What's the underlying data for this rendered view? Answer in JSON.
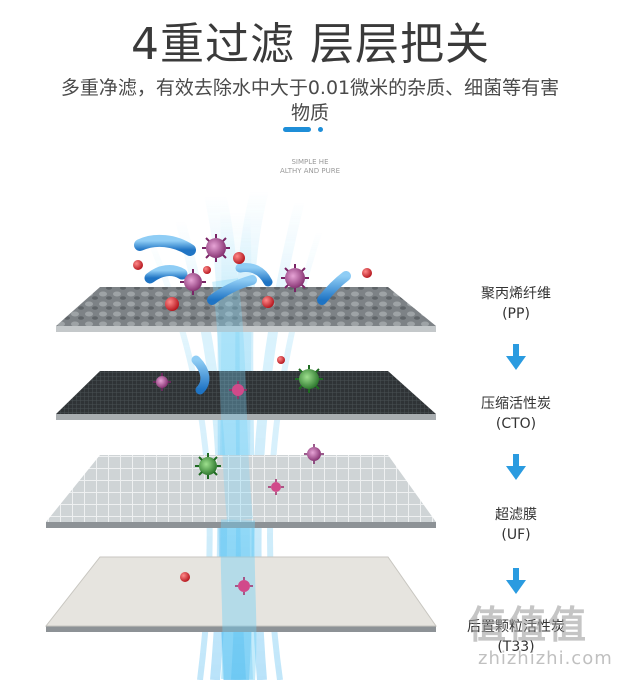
{
  "header": {
    "title": "4重过滤 层层把关",
    "subtitle": "多重净滤，有效去除水中大于0.01微米的杂质、细菌等有害物质",
    "tagline_line1": "SIMPLE HE",
    "tagline_line2": "ALTHY AND PURE"
  },
  "layers": [
    {
      "name": "聚丙烯纤维",
      "abbr": "(PP)"
    },
    {
      "name": "压缩活性炭",
      "abbr": "(CTO)"
    },
    {
      "name": "超滤膜",
      "abbr": "(UF)"
    },
    {
      "name": "后置颗粒活性炭",
      "abbr": "(T33)"
    }
  ],
  "watermark": {
    "logo": "值值值",
    "url": "zhizhizhi.com"
  },
  "colors": {
    "accent": "#1e8ed8",
    "arrow": "#2a9be0",
    "stream": "#5cc6f2"
  }
}
